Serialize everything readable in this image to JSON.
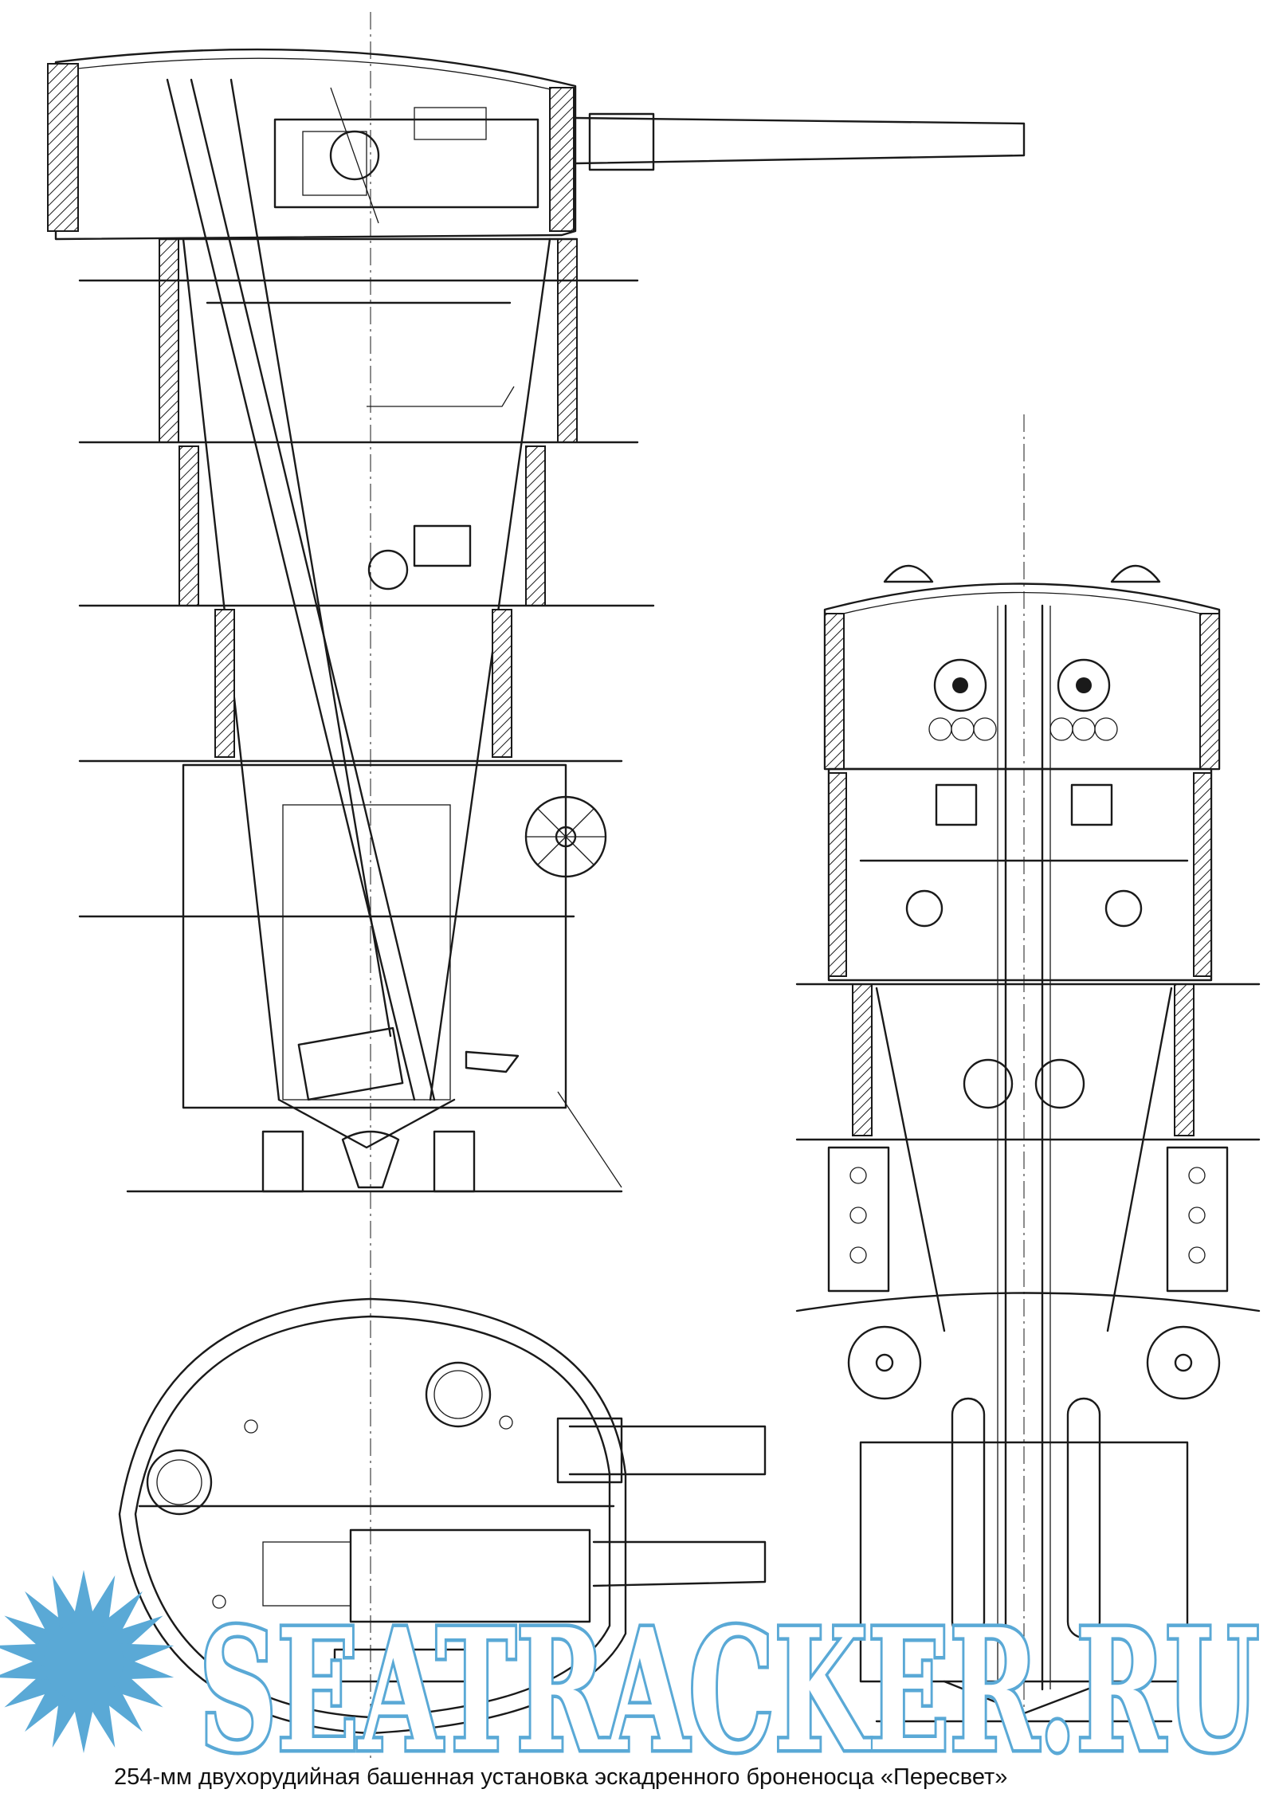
{
  "caption": "254-мм двухорудийная башенная установка эскадренного броненосца «Пересвет»",
  "watermark": {
    "text": "SEATRACKER.RU",
    "color": "#5aa9d6",
    "icon": "sunburst-icon"
  },
  "views": [
    {
      "id": "side-section"
    },
    {
      "id": "front-section"
    },
    {
      "id": "plan-view"
    }
  ]
}
